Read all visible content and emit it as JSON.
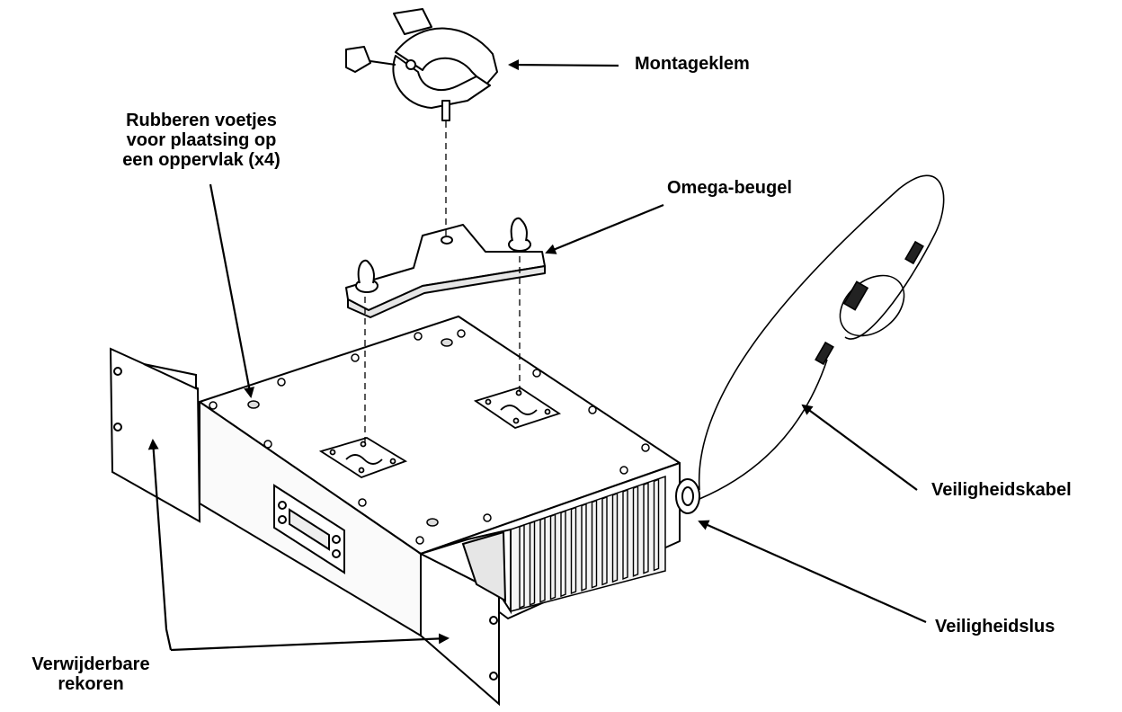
{
  "labels": {
    "clamp": "Montageklem",
    "feet": [
      "Rubberen voetjes",
      "voor plaatsing op",
      "een oppervlak (x4)"
    ],
    "omega": "Omega-beugel",
    "safety_cable": "Veiligheidskabel",
    "safety_loop": "Veiligheidslus",
    "rack_ears": [
      "Verwijderbare",
      "rekoren"
    ]
  },
  "colors": {
    "line": "#000000",
    "fill": "#ffffff",
    "shade": "#e6e6e6"
  }
}
